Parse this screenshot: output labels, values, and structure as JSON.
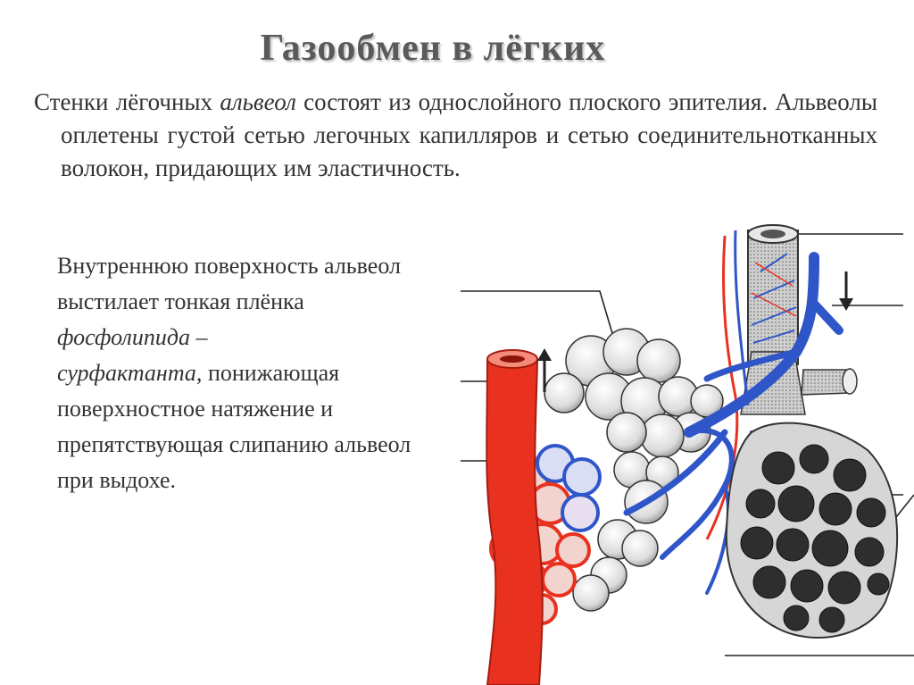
{
  "slide": {
    "title": "Газообмен в лёгких",
    "paragraph": {
      "part1": "Стенки лёгочных ",
      "italic1": "альвеол",
      "part2": " состоят из однослойного плоского эпителия. Альвеолы оплетены густой сетью легочных капилляров и сетью соединительнотканных волокон, придающих им эластичность."
    },
    "side_text": {
      "part1": "Внутреннюю поверхность альвеол выстилает тонкая плёнка ",
      "italic1": "фосфолипида –",
      "italic2": "сурфактанта,",
      "part2": " понижающая поверхностное натяжение и препятствующая слипанию альвеол при выдохе."
    }
  },
  "diagram": {
    "colors": {
      "artery": "#e8321f",
      "vein": "#2f56c9",
      "alveoli_fill": "#d9d9d9",
      "alveoli_dark": "#2e2e2e"
    },
    "icons": [
      "arrow-up-icon",
      "arrow-down-icon"
    ]
  }
}
